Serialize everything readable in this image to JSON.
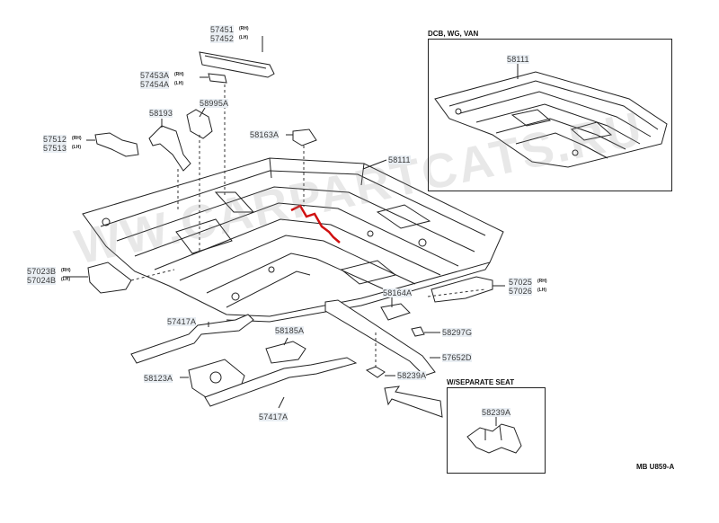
{
  "watermark": "WW.CARPARTCATS.RU",
  "inset_top": {
    "title": "DCB, WG, VAN",
    "part": "58111"
  },
  "inset_bottom": {
    "title": "W/SEPARATE SEAT",
    "part": "58239A"
  },
  "diagram_code": "MB U859-A",
  "labels": {
    "p57451": "57451",
    "p57452": "57452",
    "p57451_side": "(RH)",
    "p57452_side": "(LH)",
    "p57453A": "57453A",
    "p57454A": "57454A",
    "p57453A_side": "(RH)",
    "p57454A_side": "(LH)",
    "p58995A": "58995A",
    "p58193": "58193",
    "p57512": "57512",
    "p57513": "57513",
    "p57512_side": "(RH)",
    "p57513_side": "(LH)",
    "p58163A": "58163A",
    "p58111": "58111",
    "p57023B": "57023B",
    "p57024B": "57024B",
    "p57023B_side": "(RH)",
    "p57024B_side": "(LH)",
    "p57025": "57025",
    "p57026": "57026",
    "p57025_side": "(RH)",
    "p57026_side": "(LH)",
    "p58164A": "58164A",
    "p57417A_top": "57417A",
    "p58185A": "58185A",
    "p58297G": "58297G",
    "p57652D": "57652D",
    "p58123A": "58123A",
    "p58239A": "58239A",
    "p57417A_bottom": "57417A"
  }
}
